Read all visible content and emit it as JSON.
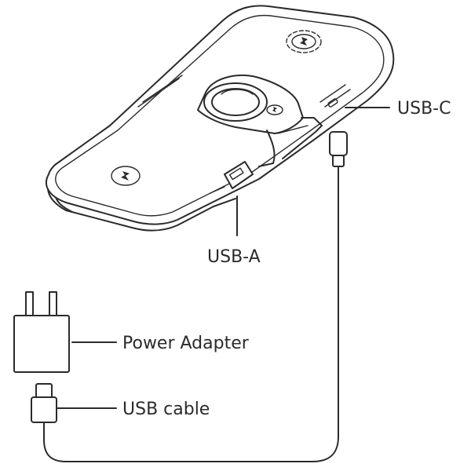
{
  "labels": {
    "usb_c": "USB-C",
    "usb_a": "USB-A",
    "power_adapter": "Power Adapter",
    "usb_cable": "USB cable"
  },
  "icons": {
    "charging_pad_top": "lightning-icon",
    "charging_pad_bottom": "lightning-icon",
    "ring_mount": "ring-icon",
    "small_pad": "lightning-icon"
  },
  "colors": {
    "line": "#2b2b2b",
    "background": "#ffffff"
  }
}
